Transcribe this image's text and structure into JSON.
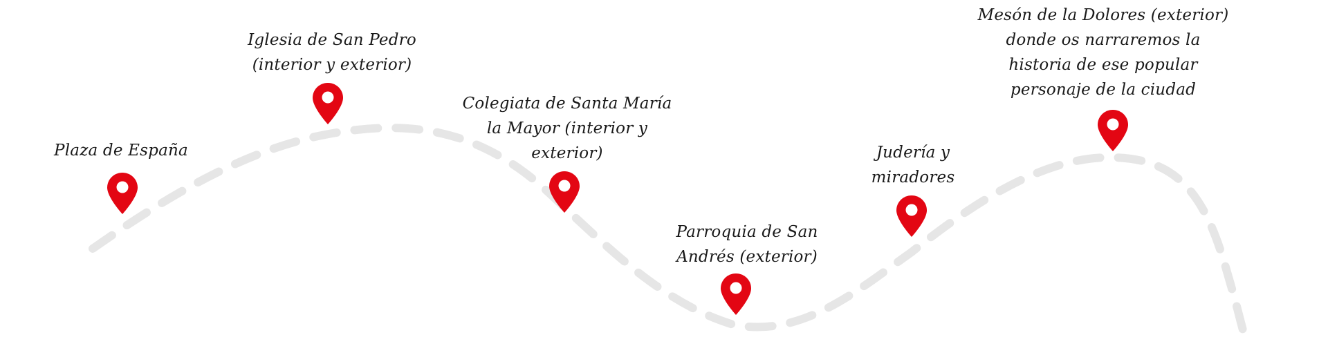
{
  "colors": {
    "pin": "#e30613",
    "pin_hole": "#ffffff",
    "path": "#e6e6e6",
    "label": "#1a1a1a"
  },
  "icon": "map-pin-icon",
  "stops": [
    {
      "label": "Plaza de España"
    },
    {
      "label": "Iglesia de San Pedro\n(interior y exterior)"
    },
    {
      "label": "Colegiata de Santa María\nla Mayor (interior y\nexterior)"
    },
    {
      "label": "Parroquia de San\nAndrés (exterior)"
    },
    {
      "label": "Judería y\nmiradores"
    },
    {
      "label": "Mesón de la Dolores (exterior)\ndonde os narraremos la\nhistoria de ese popular\npersonaje de la ciudad"
    }
  ]
}
